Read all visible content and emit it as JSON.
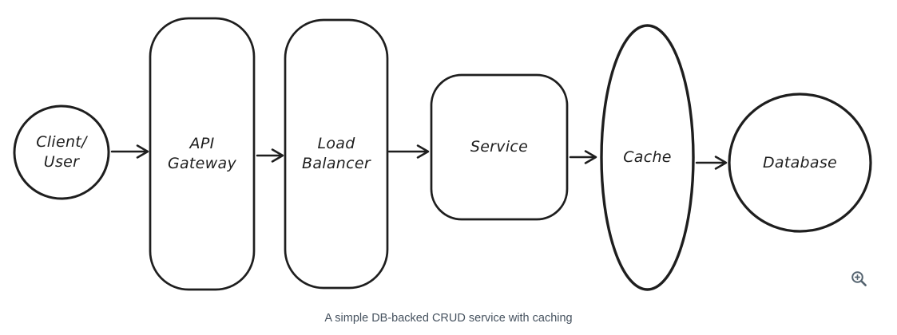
{
  "diagram": {
    "caption": "A simple DB-backed CRUD service with caching",
    "nodes": [
      {
        "id": "client-user",
        "shape": "circle",
        "label": "Client/ User",
        "lines": [
          "Client/",
          "User"
        ]
      },
      {
        "id": "api-gateway",
        "shape": "rounded-rect",
        "label": "API Gateway",
        "lines": [
          "API",
          "Gateway"
        ]
      },
      {
        "id": "load-balancer",
        "shape": "rounded-rect",
        "label": "Load Balancer",
        "lines": [
          "Load",
          "Balancer"
        ]
      },
      {
        "id": "service",
        "shape": "rounded-rect",
        "label": "Service",
        "lines": [
          "Service"
        ]
      },
      {
        "id": "cache",
        "shape": "ellipse",
        "label": "Cache",
        "lines": [
          "Cache"
        ]
      },
      {
        "id": "database",
        "shape": "circle",
        "label": "Database",
        "lines": [
          "Database"
        ]
      }
    ],
    "connectors": [
      {
        "from": "client-user",
        "to": "api-gateway"
      },
      {
        "from": "api-gateway",
        "to": "load-balancer"
      },
      {
        "from": "load-balancer",
        "to": "service"
      },
      {
        "from": "service",
        "to": "cache"
      },
      {
        "from": "cache",
        "to": "database"
      }
    ],
    "colors": {
      "stroke": "#1e1e1e",
      "label_text": "#1e1e1e",
      "caption_text": "#46525f",
      "zoom_icon": "#54636f",
      "background": "#ffffff"
    },
    "icons": [
      {
        "name": "zoom-in-icon",
        "meaning": "magnify / zoom into diagram"
      }
    ]
  }
}
